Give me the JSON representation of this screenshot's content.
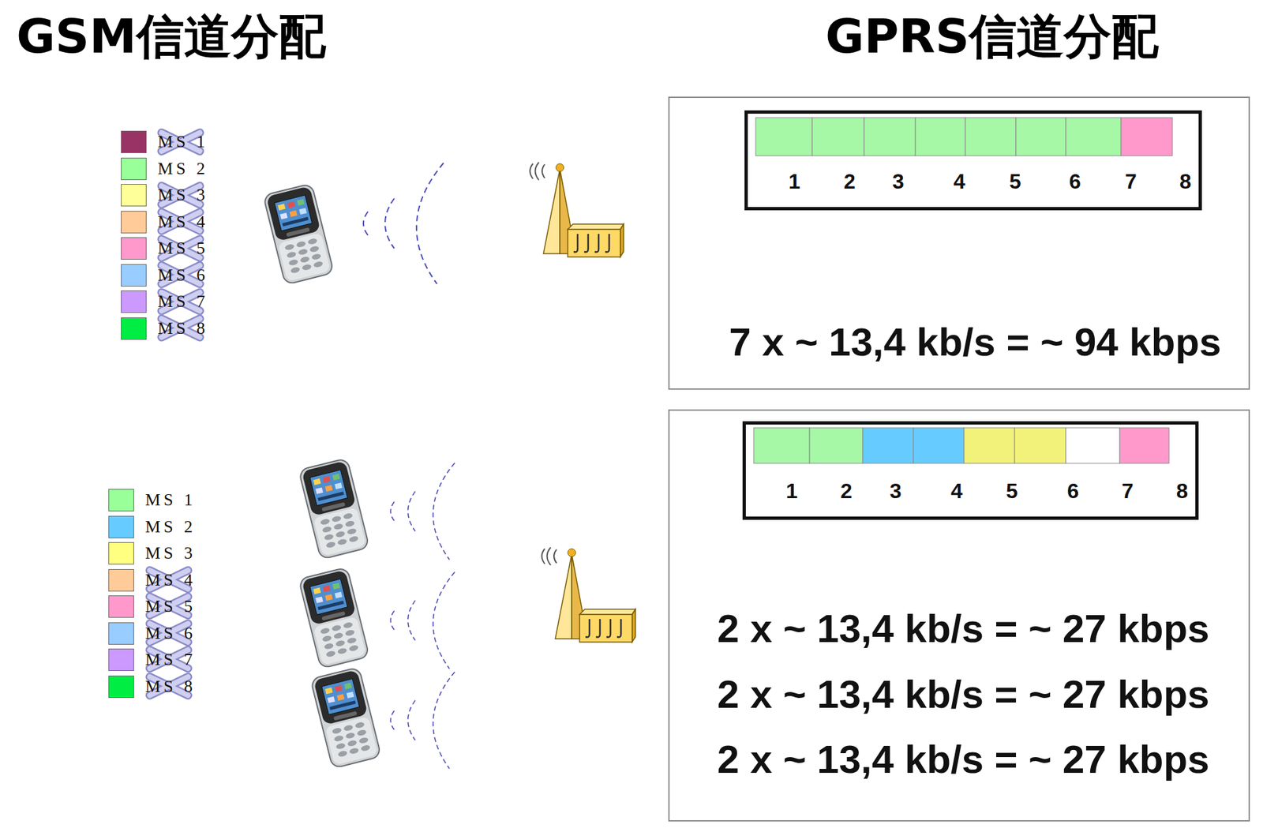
{
  "diagram": {
    "nodes": [
      {
        "text": [
          "7 x ~ 13,4 kb/s = ~ 94 kbps"
        ]
      },
      {
        "text": [
          "1",
          "2",
          "3",
          "4",
          "5",
          "6",
          "7",
          "8"
        ],
        "in": 0
      },
      {
        "text": [
          "2 x ~ 13,4 kb/s = ~ 27 kbps",
          "2 x ~ 13,4 kb/s = ~ 27 kbps",
          "2 x ~ 13,4 kb/s = ~ 27 kbps"
        ]
      },
      {
        "text": [
          "1",
          "2",
          "3",
          "4",
          "5",
          "6",
          "7",
          "8"
        ],
        "in": 2
      }
    ],
    "labels": [
      "GSM信道分配",
      "GPRS信道分配"
    ],
    "legend": [
      {
        "text": "MS 1",
        "color": "#993366"
      },
      {
        "text": "MS 2",
        "color": "#99ff99"
      },
      {
        "text": "MS 3",
        "color": "#ffff99"
      },
      {
        "text": "MS 4",
        "color": "#ffcc99"
      },
      {
        "text": "MS 5",
        "color": "#ff99cc"
      },
      {
        "text": "MS 6",
        "color": "#99ccff"
      },
      {
        "text": "MS 7",
        "color": "#cc99ff"
      },
      {
        "text": "MS 8",
        "color": "#00ee44"
      },
      {
        "text": "MS 1",
        "color": "#99ff99"
      },
      {
        "text": "MS 2",
        "color": "#66ccff"
      },
      {
        "text": "MS 3",
        "color": "#ffff80"
      },
      {
        "text": "MS 4",
        "color": "#ffcc99"
      },
      {
        "text": "MS 5",
        "color": "#ff99cc"
      },
      {
        "text": "MS 6",
        "color": "#99ccff"
      },
      {
        "text": "MS 7",
        "color": "#cc99ff"
      },
      {
        "text": "MS 8",
        "color": "#00ee44"
      }
    ]
  }
}
